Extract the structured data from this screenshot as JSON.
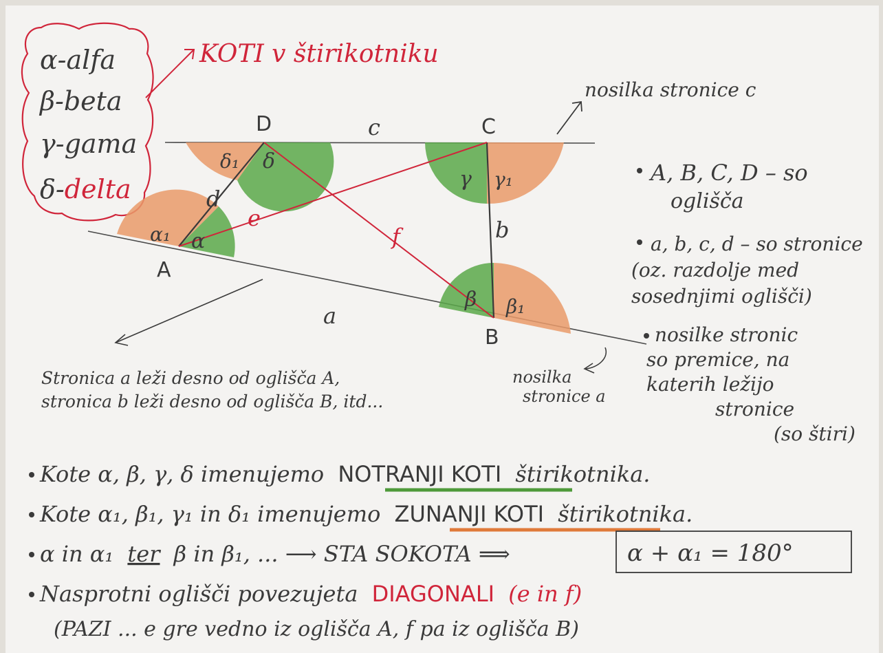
{
  "legend": {
    "items": [
      {
        "symbol": "α",
        "name": "alfa"
      },
      {
        "symbol": "β",
        "name": "beta"
      },
      {
        "symbol": "γ",
        "name": "gama"
      },
      {
        "symbol": "δ",
        "name": "delta"
      }
    ]
  },
  "title": "KOTI v štirikotniku",
  "vertices": {
    "A": "A",
    "B": "B",
    "C": "C",
    "D": "D"
  },
  "sides": {
    "a": "a",
    "b": "b",
    "c": "c",
    "d": "d"
  },
  "diagonals": {
    "e": "e",
    "f": "f"
  },
  "angle_labels": {
    "alpha": "α",
    "alpha1": "α₁",
    "beta": "β",
    "beta1": "β₁",
    "gamma": "γ",
    "gamma1": "γ₁",
    "delta": "δ",
    "delta1": "δ₁"
  },
  "annotations": {
    "nosilka_c": "nosilka stronice c",
    "nosilka_a_line1": "nosilka",
    "nosilka_a_line2": "stronice a",
    "side_note_line1": "Stronica a leži desno od oglišča A,",
    "side_note_line2": "stronica b leži desno od oglišča B, itd..."
  },
  "bullets_right": {
    "b1_line1": "A, B, C, D – so",
    "b1_line2": "oglišča",
    "b2_line1": "a, b, c, d – so stronice",
    "b2_line2": "(oz. razdolje med",
    "b2_line3": "sosednjimi oglišči)",
    "b3_line1": "nosilke stronic",
    "b3_line2": "so premice, na",
    "b3_line3": "katerih ležijo",
    "b3_line4": "stronice",
    "b3_line5": "(so štiri)"
  },
  "bottom": {
    "l1_pre": "Kote α, β, γ, δ imenujemo",
    "l1_key": "NOTRANJI KOTI",
    "l1_post": "štirikotnika.",
    "l2_pre": "Kote α₁, β₁, γ₁ in δ₁ imenujemo",
    "l2_key": "ZUNANJI KOTI",
    "l2_post": "štirikotnika.",
    "l3_pre": "α in α₁",
    "l3_ter": "ter",
    "l3_mid": "β in β₁, ... ⟶ STA SOKOTA ⟹",
    "l3_box": "α + α₁ = 180°",
    "l4_pre": "Nasprotni oglišči povezujeta",
    "l4_key": "DIAGONALI",
    "l4_post": "(e in f)",
    "l5": "(PAZI ... e gre vedno iz oglišča A, f pa iz oglišča B)"
  },
  "colors": {
    "red": "#d0253a",
    "green": "#4e9a3a",
    "orange": "#e07a3a",
    "ink": "#3a3a3a",
    "paper": "#f4f3f1"
  }
}
